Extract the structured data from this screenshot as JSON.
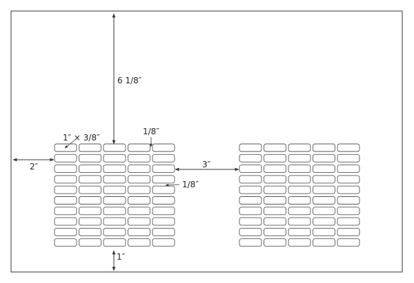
{
  "sheet": {
    "label_rows": 10,
    "label_columns": 5,
    "label_blocks": 2
  },
  "dimensions": {
    "top_margin": "6 1/8″",
    "label_size": "1″ × 3/8″",
    "column_gap": "1/8″",
    "row_gap": "1/8″",
    "left_margin": "2″",
    "block_gap": "3″",
    "bottom_margin": "1″"
  },
  "colors": {
    "outline": "#333333",
    "label_stroke": "#555555"
  }
}
